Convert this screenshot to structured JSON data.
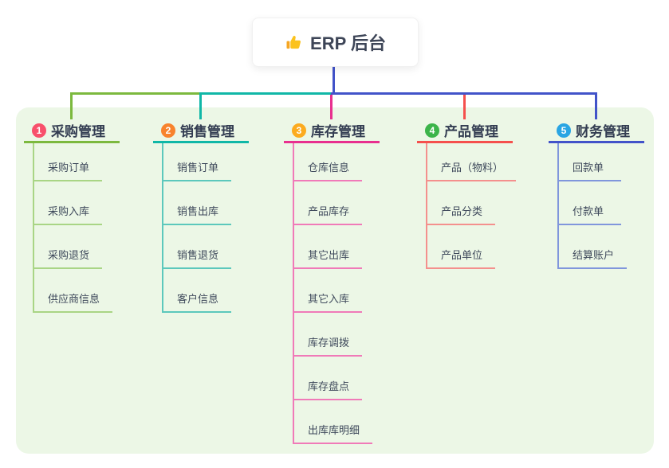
{
  "root": {
    "title": "ERP 后台",
    "icon": "thumbs-up-icon"
  },
  "colors": {
    "panel_background": "#ecf7e6",
    "root_text": "#3d4557",
    "header_text": "#333d52",
    "child_text": "#3f4a5c",
    "root_connector": "#4253c9"
  },
  "branches": [
    {
      "num": "1",
      "label": "采购管理",
      "badge_color": "#f8506b",
      "line_color": "#7cb93e",
      "sub_color": "#a9d585",
      "children": [
        "采购订单",
        "采购入库",
        "采购退货",
        "供应商信息"
      ]
    },
    {
      "num": "2",
      "label": "销售管理",
      "badge_color": "#f8832d",
      "line_color": "#10b7a7",
      "sub_color": "#5cc8bc",
      "children": [
        "销售订单",
        "销售出库",
        "销售退货",
        "客户信息"
      ]
    },
    {
      "num": "3",
      "label": "库存管理",
      "badge_color": "#fcab1f",
      "line_color": "#e8308f",
      "sub_color": "#f07ab8",
      "children": [
        "仓库信息",
        "产品库存",
        "其它出库",
        "其它入库",
        "库存调拨",
        "库存盘点",
        "出库库明细"
      ]
    },
    {
      "num": "4",
      "label": "产品管理",
      "badge_color": "#3cb44a",
      "line_color": "#f5504d",
      "sub_color": "#f4908d",
      "children": [
        "产品（物料）",
        "产品分类",
        "产品单位"
      ]
    },
    {
      "num": "5",
      "label": "财务管理",
      "badge_color": "#29a5e3",
      "line_color": "#4253c9",
      "sub_color": "#8096dc",
      "children": [
        "回款单",
        "付款单",
        "结算账户"
      ]
    }
  ]
}
